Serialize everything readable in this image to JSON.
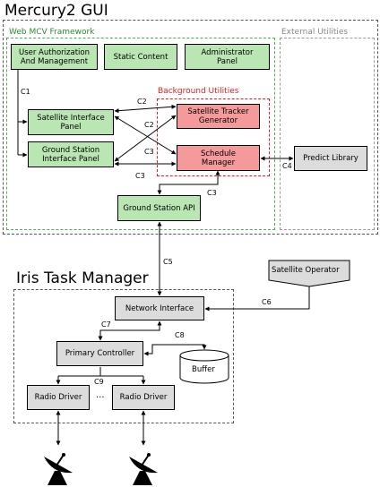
{
  "mercury": {
    "title": "Mercury2 GUI",
    "web_mvc_label": "Web MCV Framework",
    "external_utilities_label": "External Utilities",
    "background_utilities_label": "Background Utilities",
    "user_auth": "User Authorization\nAnd Management",
    "static_content": "Static Content",
    "admin_panel": "Administrator\nPanel",
    "satellite_interface_panel": "Satellite Interface\nPanel",
    "ground_station_interface_panel": "Ground Station\nInterface Panel",
    "satellite_tracker_generator": "Satellite Tracker\nGenerator",
    "schedule_manager": "Schedule\nManager",
    "predict_library": "Predict Library",
    "ground_station_api": "Ground Station API"
  },
  "iris": {
    "title": "Iris Task Manager",
    "satellite_operator": "Satellite Operator",
    "network_interface": "Network Interface",
    "primary_controller": "Primary Controller",
    "buffer": "Buffer",
    "radio_driver_1": "Radio Driver",
    "radio_driver_2": "Radio Driver",
    "ellipsis": "..."
  },
  "connectors": {
    "c1": "C1",
    "c2a": "C2",
    "c2b": "C2",
    "c3a": "C3",
    "c3b": "C3",
    "c3c": "C3",
    "c4": "C4",
    "c5": "C5",
    "c6": "C6",
    "c7": "C7",
    "c8": "C8",
    "c9": "C9"
  },
  "colors": {
    "component_green": "#b9e6b3",
    "background_util_red": "#f49a9a",
    "iris_grey": "#dcdcdc",
    "web_mvc_border": "#4caf50",
    "external_border": "#aaaaaa",
    "background_border": "#e02020"
  },
  "icons": [
    "satellite-dish-icon",
    "satellite-dish-icon"
  ]
}
